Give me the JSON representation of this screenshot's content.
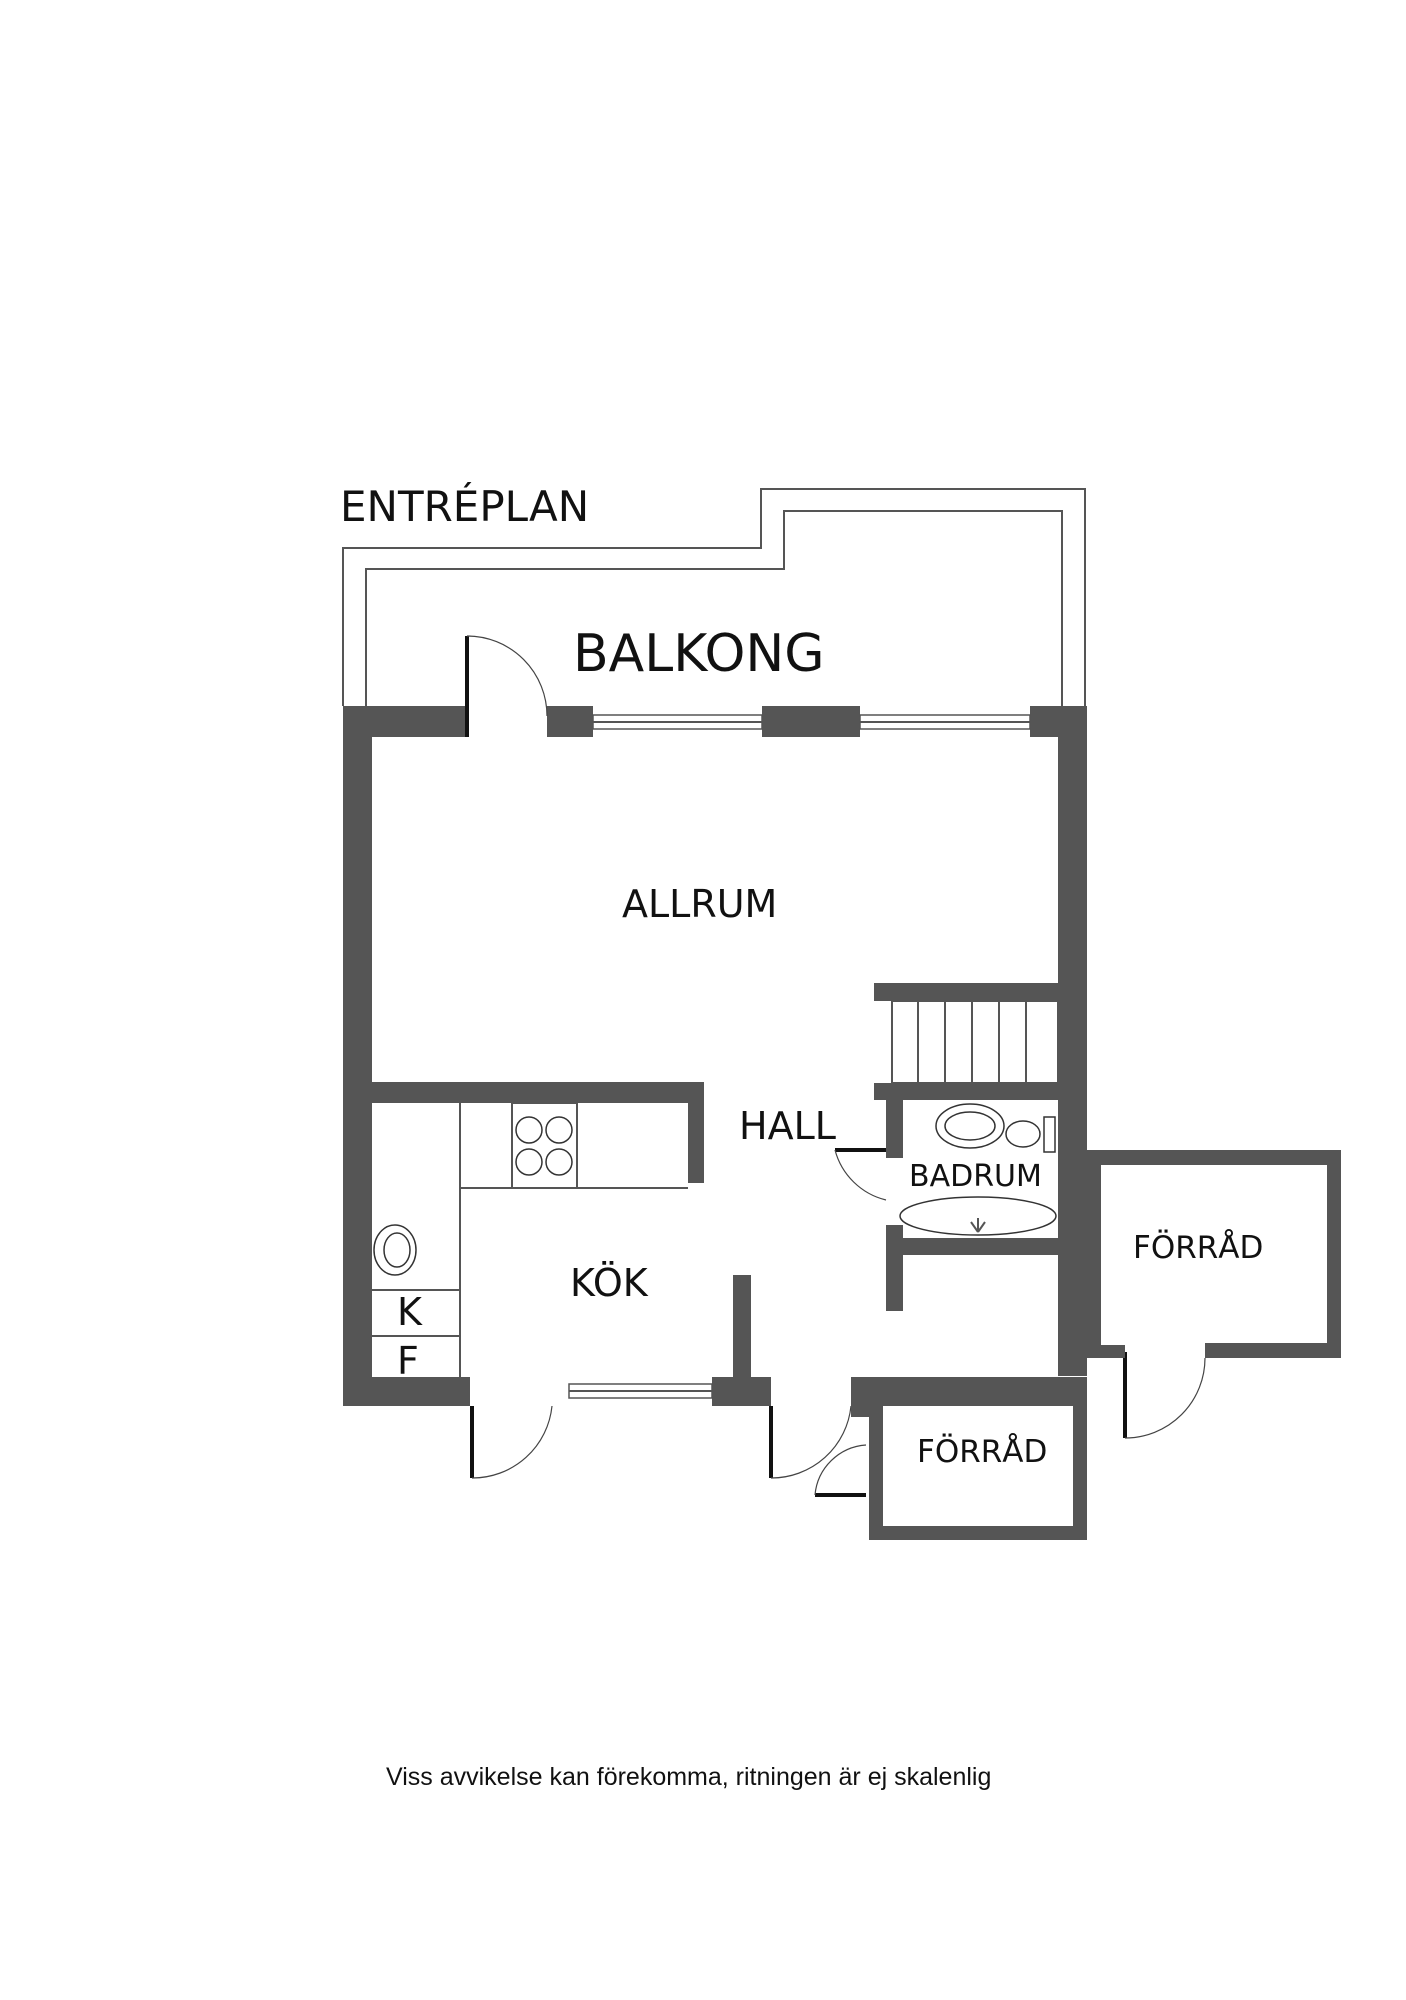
{
  "plan": {
    "title": "ENTRÉPLAN",
    "disclaimer": "Viss avvikelse kan förekomma, ritningen är ej skalenlig"
  },
  "rooms": {
    "balkong": "BALKONG",
    "allrum": "ALLRUM",
    "hall": "HALL",
    "badrum": "BADRUM",
    "kok": "KÖK",
    "forrad_east": "FÖRRÅD",
    "forrad_south": "FÖRRÅD"
  },
  "appliances": {
    "fridge": "K",
    "freezer": "F"
  },
  "colors": {
    "wall": "#555555",
    "text": "#111111",
    "background": "#ffffff"
  }
}
